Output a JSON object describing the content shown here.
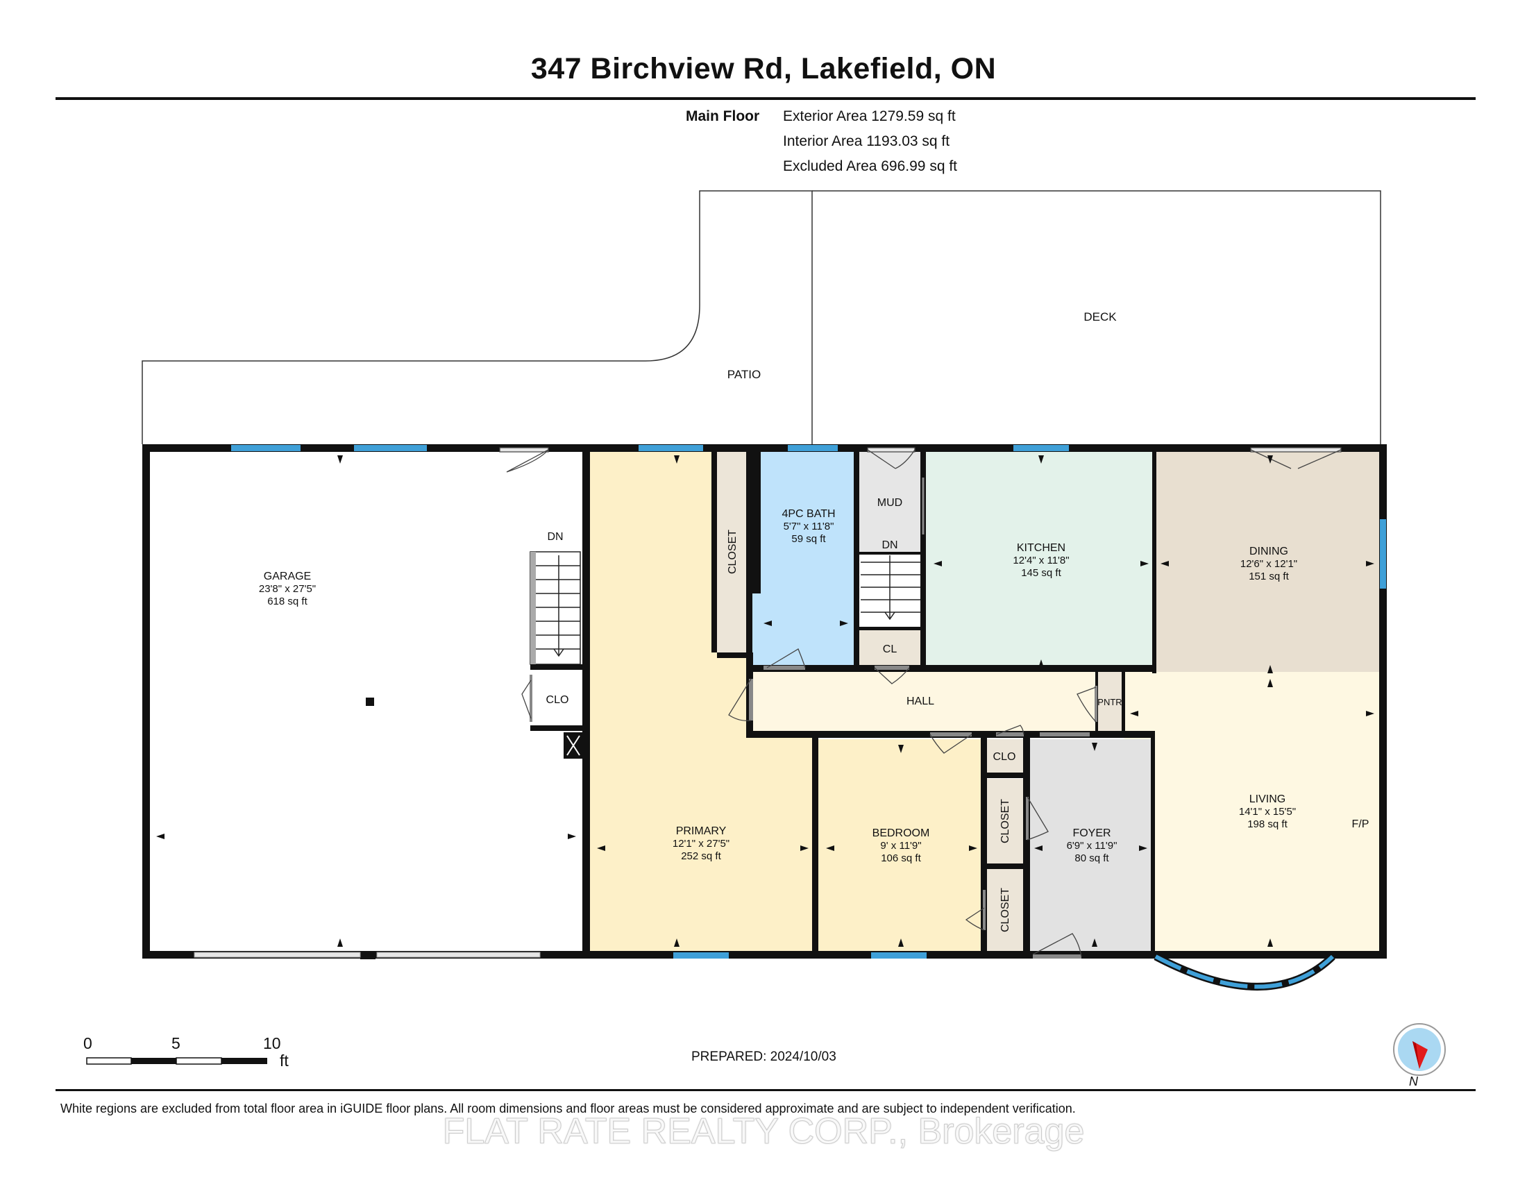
{
  "header": {
    "title": "347 Birchview Rd, Lakefield, ON"
  },
  "areas": {
    "floor_label": "Main Floor",
    "exterior": "Exterior Area 1279.59 sq ft",
    "interior": "Interior Area 1193.03 sq ft",
    "excluded": "Excluded Area 696.99 sq ft"
  },
  "colors": {
    "wall": "#111111",
    "window": "#3fa0d8",
    "primary": "#fdf0c8",
    "bath": "#bfe3fb",
    "kitchen": "#e3f2ea",
    "dining": "#e8dfd0",
    "living": "#fef8e2",
    "foyer": "#e2e2e2",
    "hall": "#fef7e2",
    "closet": "#ece5d8"
  },
  "rooms": {
    "deck": {
      "name": "DECK"
    },
    "patio": {
      "name": "PATIO"
    },
    "garage": {
      "name": "GARAGE",
      "dims": "23'8\" x 27'5\"",
      "area": "618 sq ft"
    },
    "primary": {
      "name": "PRIMARY",
      "dims": "12'1\" x 27'5\"",
      "area": "252 sq ft"
    },
    "bath": {
      "name": "4PC BATH",
      "dims": "5'7\" x 11'8\"",
      "area": "59 sq ft"
    },
    "kitchen": {
      "name": "KITCHEN",
      "dims": "12'4\" x 11'8\"",
      "area": "145 sq ft"
    },
    "dining": {
      "name": "DINING",
      "dims": "12'6\" x 12'1\"",
      "area": "151 sq ft"
    },
    "living": {
      "name": "LIVING",
      "dims": "14'1\" x 15'5\"",
      "area": "198 sq ft"
    },
    "bedroom": {
      "name": "BEDROOM",
      "dims": "9' x 11'9\"",
      "area": "106 sq ft"
    },
    "foyer": {
      "name": "FOYER",
      "dims": "6'9\" x 11'9\"",
      "area": "80 sq ft"
    },
    "hall": {
      "name": "HALL"
    },
    "mud": {
      "name": "MUD"
    },
    "cl": {
      "name": "CL"
    },
    "pntr": {
      "name": "PNTR"
    },
    "closet_primary": {
      "name": "CLOSET"
    },
    "closet_bed_a": {
      "name": "CLOSET"
    },
    "closet_bed_b": {
      "name": "CLOSET"
    },
    "clo_garage": {
      "name": "CLO"
    },
    "clo_foyer": {
      "name": "CLO"
    },
    "fp": {
      "name": "F/P"
    },
    "dn_garage": {
      "name": "DN"
    },
    "dn_mud": {
      "name": "DN"
    }
  },
  "scale": {
    "ticks": [
      "0",
      "5",
      "10"
    ],
    "unit": "ft"
  },
  "compass": {
    "label": "N"
  },
  "footer": {
    "prepared": "PREPARED: 2024/10/03",
    "disclaimer": "White regions are excluded from total floor area in iGUIDE floor plans. All room dimensions and floor areas must be considered approximate and are subject to independent verification.",
    "watermark": "FLAT RATE REALTY CORP., Brokerage"
  }
}
